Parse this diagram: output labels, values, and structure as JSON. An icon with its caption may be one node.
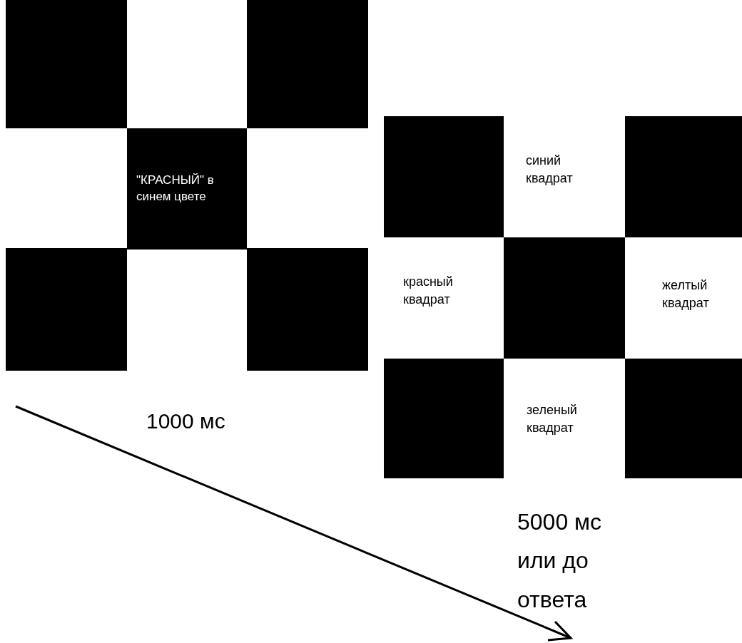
{
  "diagram": {
    "nodes": [
      {
        "text": [],
        "shape": "box"
      },
      {
        "text": [],
        "shape": "box"
      },
      {
        "text": [
          "\"КРАСНЫЙ\" в синем цвете"
        ]
      },
      {
        "text": [],
        "shape": "box"
      },
      {
        "text": [],
        "shape": "box"
      },
      {
        "text": [],
        "shape": "box"
      },
      {
        "text": [],
        "shape": "box"
      },
      {
        "text": [],
        "shape": "box"
      },
      {
        "text": [],
        "shape": "box"
      },
      {
        "text": [],
        "shape": "box"
      }
    ],
    "edges": [],
    "labels": [
      "синий квадрат",
      "красный квадрат",
      "желтый квадрат",
      "1000 мс",
      "зеленый квадрат",
      "5000 мс или до ответа"
    ]
  }
}
